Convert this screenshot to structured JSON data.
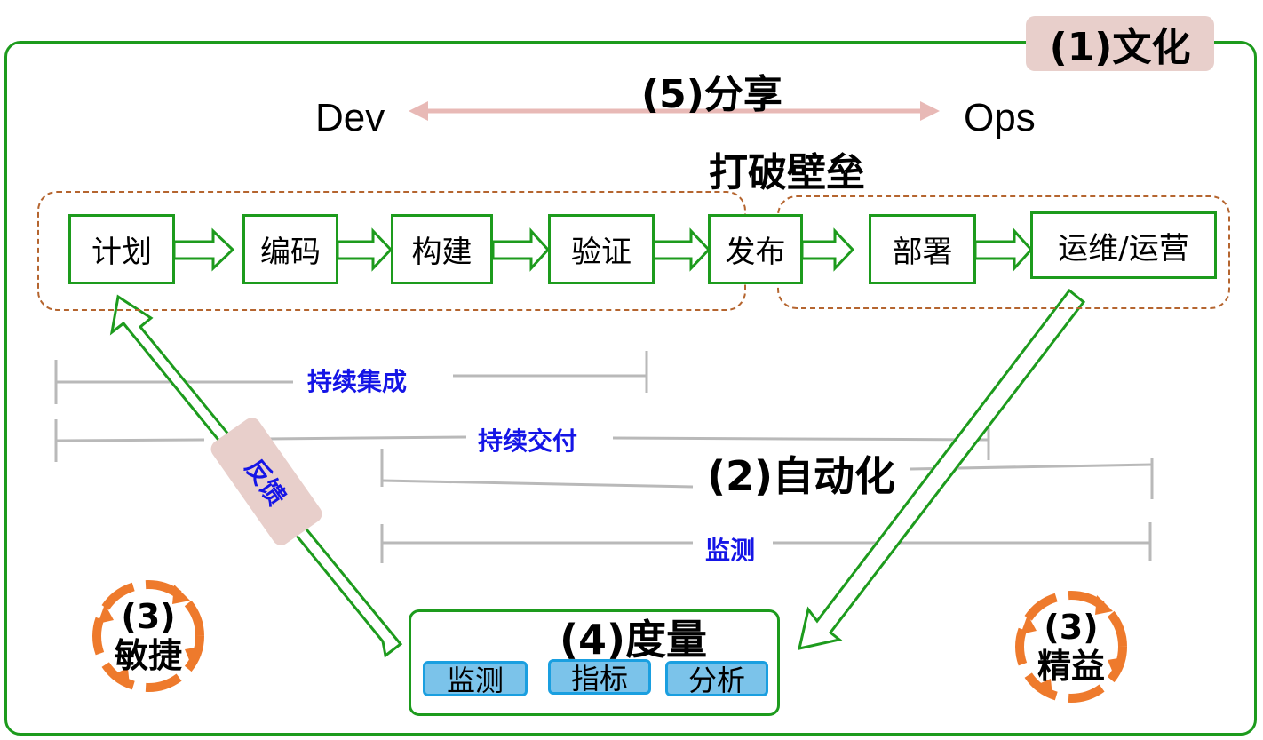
{
  "culture_label": "(1)文化",
  "sharing_label": "(5)分享",
  "dev_label": "Dev",
  "ops_label": "Ops",
  "break_barrier": "打破壁垒",
  "pipeline_steps": [
    "计划",
    "编码",
    "构建",
    "验证",
    "发布",
    "部署",
    "运维/运营"
  ],
  "ranges": {
    "ci": "持续集成",
    "cd": "持续交付",
    "monitoring": "监测"
  },
  "automation_label": "(2)自动化",
  "feedback_label": "反馈",
  "metrics": {
    "title": "(4)度量",
    "chips": [
      "监测",
      "指标",
      "分析"
    ]
  },
  "agile": {
    "num": "(3)",
    "text": "敏捷"
  },
  "lean": {
    "num": "(3)",
    "text": "精益"
  },
  "colors": {
    "frame_green": "#1d9b1d",
    "tag_pink": "#e8cfcb",
    "dash_brown": "#b5652f",
    "blue_text": "#1515e6",
    "chip_fill": "#7bc3ea",
    "cycle_orange": "#ee7a2c"
  }
}
